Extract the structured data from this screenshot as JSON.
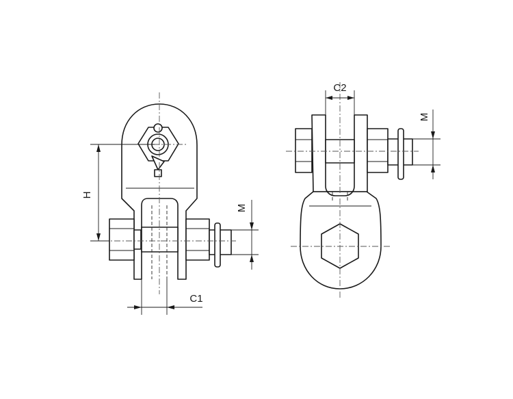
{
  "labels": {
    "h": "H",
    "m_left": "M",
    "c1": "C1",
    "c2": "C2",
    "m_right": "M"
  },
  "colors": {
    "line": "#1a1a1a",
    "background": "#ffffff"
  }
}
